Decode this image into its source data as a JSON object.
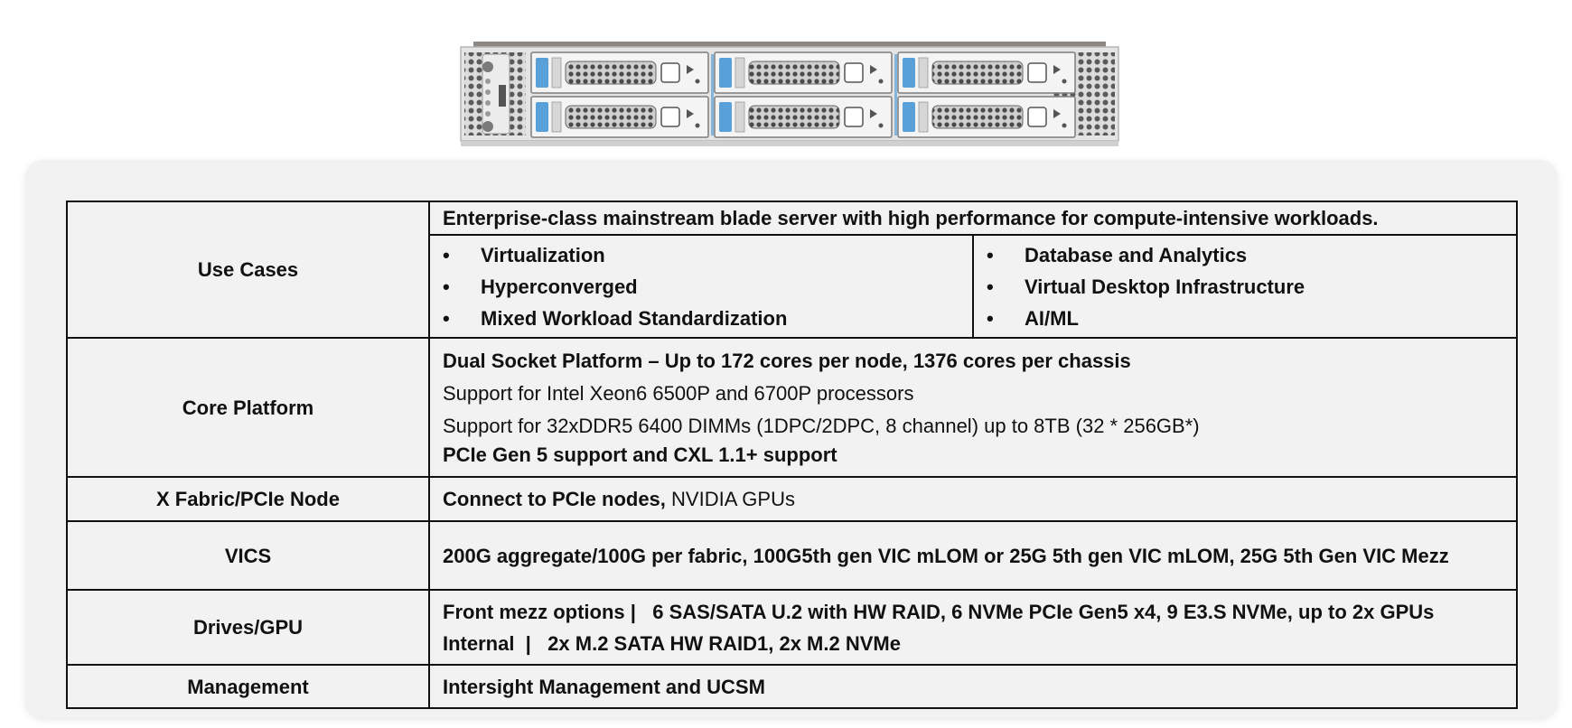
{
  "table": {
    "use_cases": {
      "label": "Use Cases",
      "description": "Enterprise-class mainstream blade server with high performance for compute-intensive workloads.",
      "left_bullets": [
        "Virtualization",
        "Hyperconverged",
        "Mixed Workload Standardization"
      ],
      "right_bullets": [
        "Database and Analytics",
        "Virtual Desktop Infrastructure",
        "AI/ML"
      ],
      "bullet_glyph": "•"
    },
    "core_platform": {
      "label": "Core Platform",
      "line1": "Dual Socket Platform – Up to 172 cores per node, 1376 cores per chassis",
      "line2": "Support for Intel Xeon6 6500P and 6700P processors",
      "line3": "Support for 32xDDR5 6400 DIMMs (1DPC/2DPC, 8 channel) up to 8TB (32 * 256GB*)",
      "line4": "PCIe Gen 5 support and CXL 1.1+ support"
    },
    "x_fabric": {
      "label": "X Fabric/PCIe Node",
      "bold": "Connect to PCIe nodes,",
      "normal": "NVIDIA GPUs"
    },
    "vics": {
      "label": "VICS",
      "text": "200G aggregate/100G per fabric, 100G5th gen VIC mLOM or 25G 5th gen VIC mLOM, 25G 5th Gen VIC Mezz"
    },
    "drives_gpu": {
      "label": "Drives/GPU",
      "line1": "Front mezz options |   6 SAS/SATA U.2 with HW RAID, 6 NVMe PCIe Gen5 x4, 9 E3.S NVMe, up to 2x GPUs",
      "line2": "Internal  |   2x M.2 SATA HW RAID1, 2x M.2 NVMe"
    },
    "management": {
      "label": "Management",
      "text": "Intersight Management and UCSM"
    }
  },
  "colors": {
    "panel": "#f2f2f2",
    "border": "#111111",
    "server_body": "#e2e2e2",
    "drive_handle": "#5aa0d8"
  }
}
